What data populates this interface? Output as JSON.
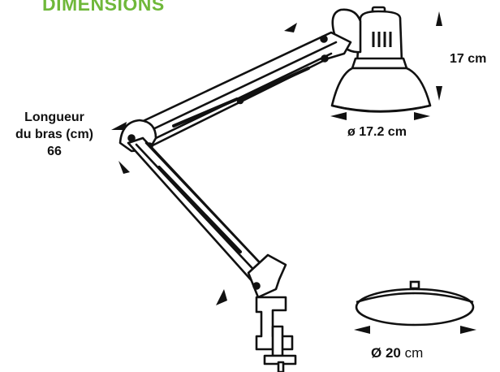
{
  "title": "DIMENSIONS",
  "colors": {
    "title": "#6fb83a",
    "ink": "#111111",
    "background": "#ffffff"
  },
  "labels": {
    "arm_line1": "Longueur",
    "arm_line2": "du bras (cm)",
    "arm_value": "66",
    "lamp_height": "17 cm",
    "shade_diameter": "ø 17.2 cm",
    "base_diameter_value": "Ø 20",
    "base_diameter_unit": "cm"
  }
}
